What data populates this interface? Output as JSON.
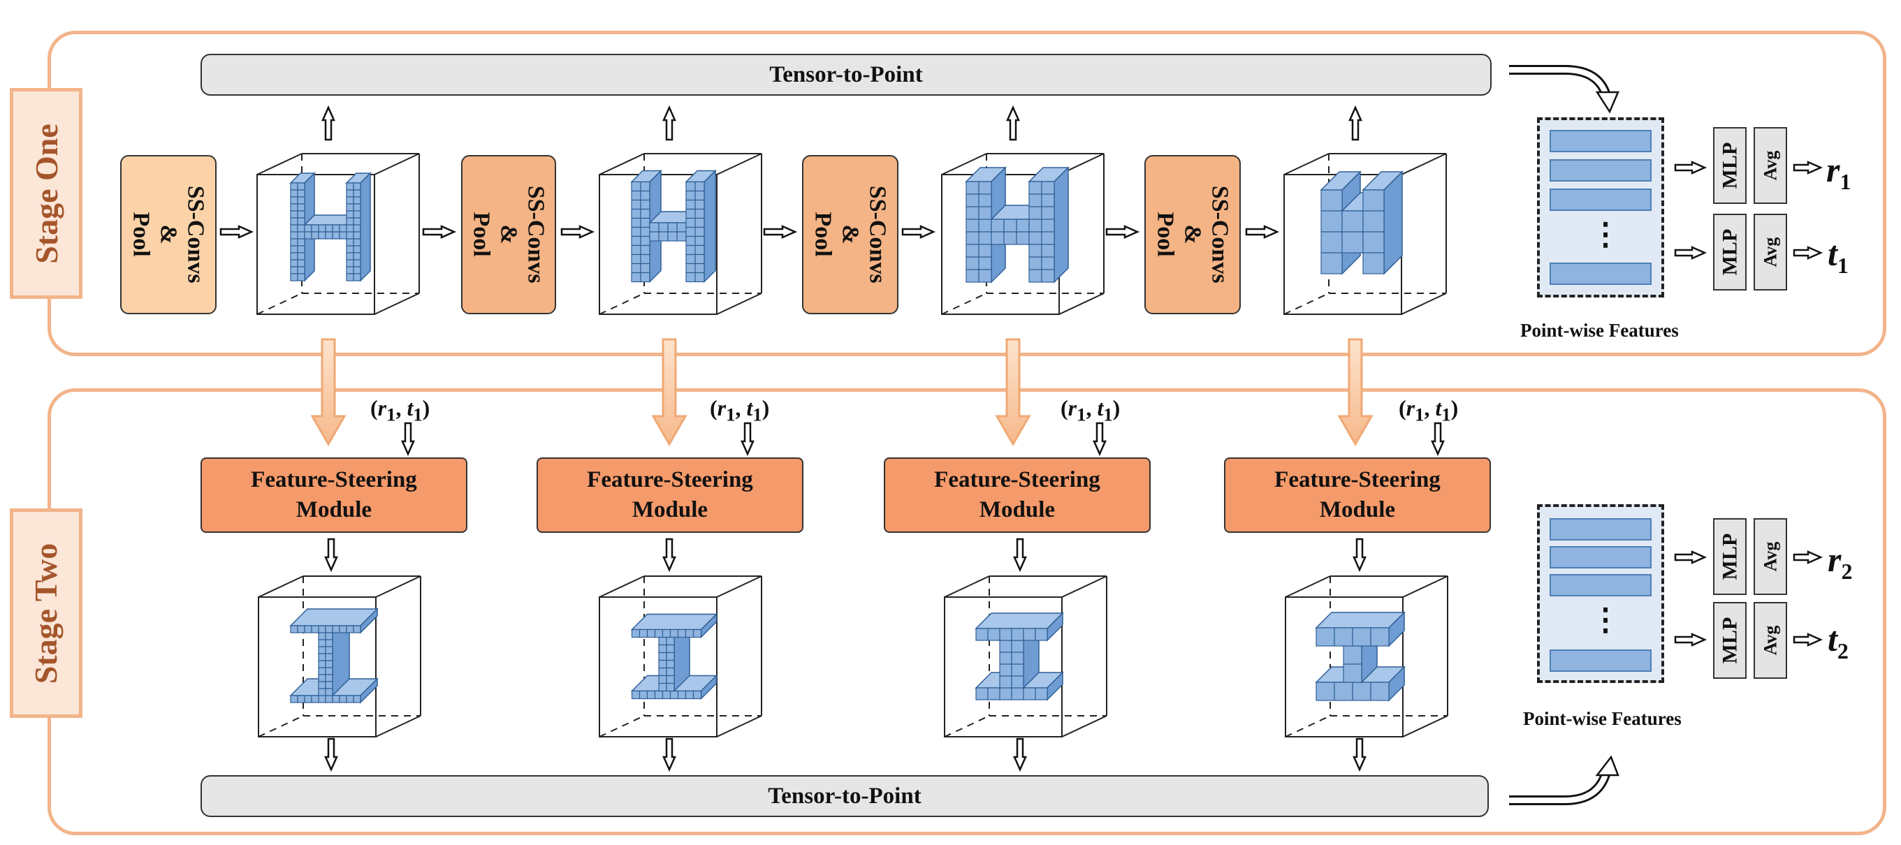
{
  "stage_one": {
    "label": "Stage One",
    "tensor_to_point": "Tensor-to-Point",
    "blocks": [
      {
        "line1": "SS-Convs",
        "line2": "&",
        "line3": "Pool"
      },
      {
        "line1": "SS-Convs",
        "line2": "&",
        "line3": "Pool"
      },
      {
        "line1": "SS-Convs",
        "line2": "&",
        "line3": "Pool"
      },
      {
        "line1": "SS-Convs",
        "line2": "&",
        "line3": "Pool"
      }
    ],
    "point_wise_label": "Point-wise Features",
    "dots": "⋮",
    "mlp": "MLP",
    "avg": "Avg",
    "out_r": {
      "sym": "r",
      "sub": "1"
    },
    "out_t": {
      "sym": "t",
      "sub": "1"
    }
  },
  "stage_two": {
    "label": "Stage Two",
    "tensor_to_point": "Tensor-to-Point",
    "modules": [
      {
        "line1": "Feature-Steering",
        "line2": "Module"
      },
      {
        "line1": "Feature-Steering",
        "line2": "Module"
      },
      {
        "line1": "Feature-Steering",
        "line2": "Module"
      },
      {
        "line1": "Feature-Steering",
        "line2": "Module"
      }
    ],
    "pose_input": {
      "open": "(",
      "r": "r",
      "r_sub": "1",
      "sep": ", ",
      "t": "t",
      "t_sub": "1",
      "close": ")"
    },
    "point_wise_label": "Point-wise Features",
    "dots": "⋮",
    "mlp": "MLP",
    "avg": "Avg",
    "out_r": {
      "sym": "r",
      "sub": "2"
    },
    "out_t": {
      "sym": "t",
      "sub": "2"
    }
  },
  "colors": {
    "stage_border": "#f2b48a",
    "stage_text": "#a4552a",
    "fsm_fill": "#f59a6a",
    "ss_fill": "#f4b485",
    "voxel_fill": "#8fb4e0",
    "voxel_stroke": "#2f5f95",
    "feature_box": "#e0e9f4"
  }
}
